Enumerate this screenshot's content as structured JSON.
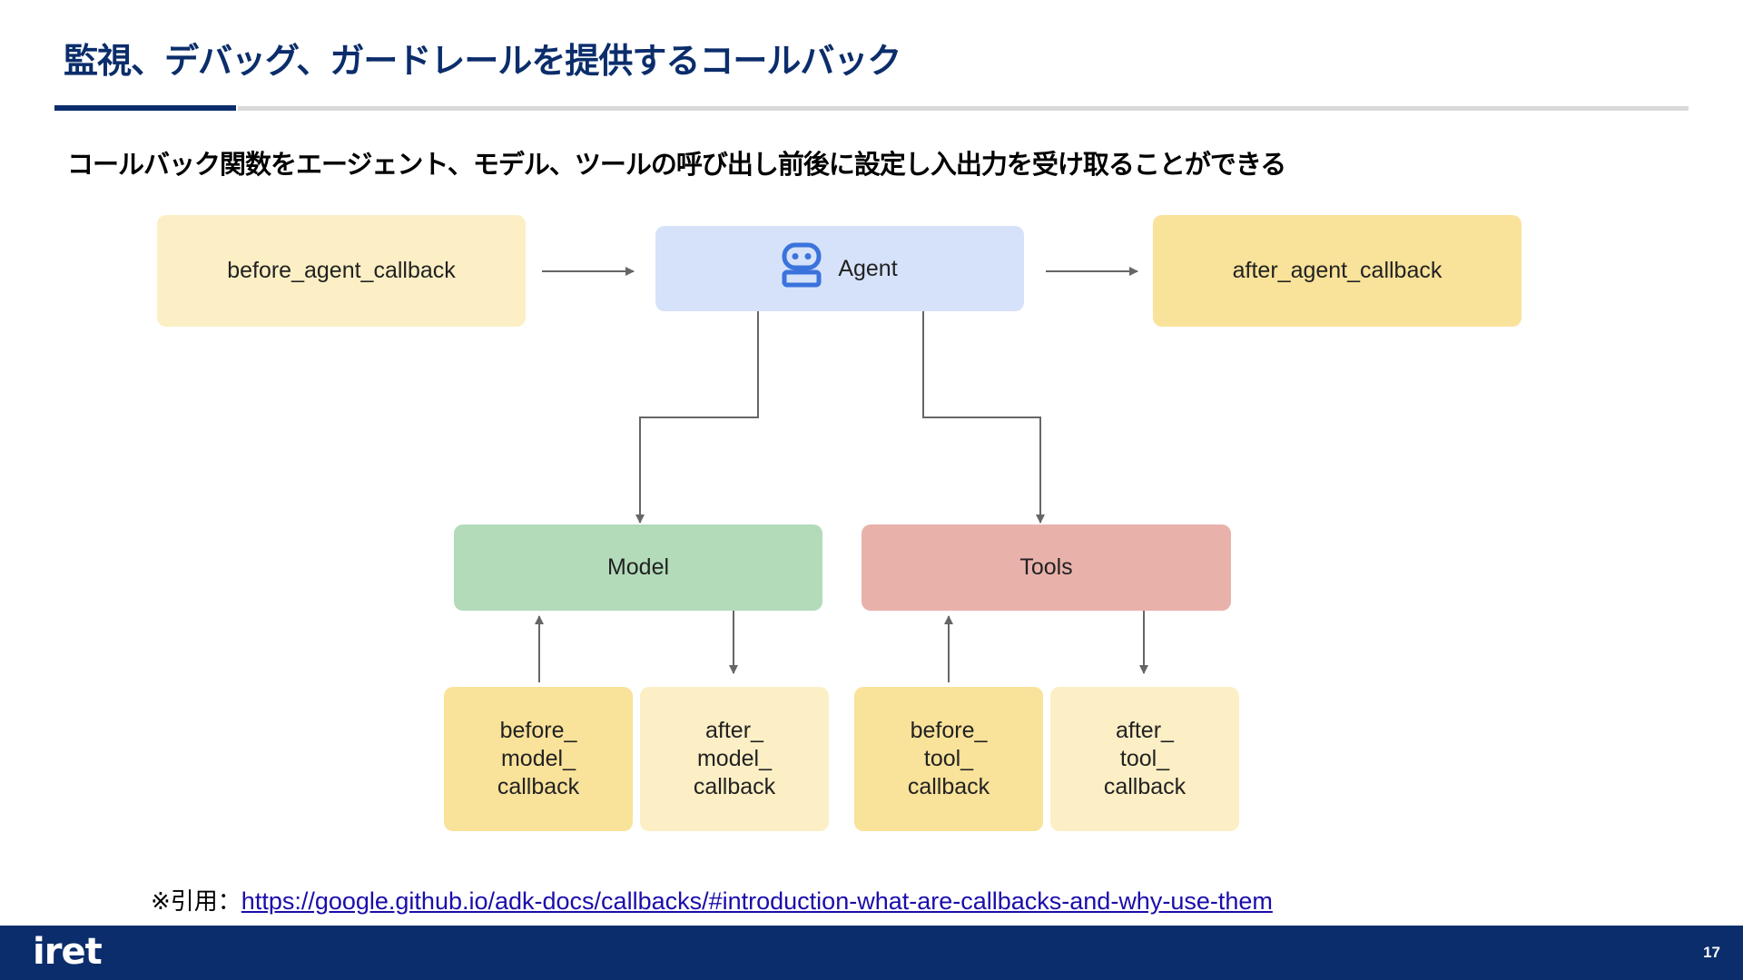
{
  "header": {
    "title": "監視、デバッグ、ガードレールを提供するコールバック",
    "subtitle": "コールバック関数をエージェント、モデル、ツールの呼び出し前後に設定し入出力を受け取ることができる"
  },
  "diagram": {
    "nodes": {
      "before_agent_callback": "before_agent_callback",
      "agent": "Agent",
      "after_agent_callback": "after_agent_callback",
      "model": "Model",
      "tools": "Tools",
      "before_model_callback": "before_\nmodel_\ncallback",
      "after_model_callback": "after_\nmodel_\ncallback",
      "before_tool_callback": "before_\ntool_\ncallback",
      "after_tool_callback": "after_\ntool_\ncallback"
    },
    "icon": "robot-icon",
    "colors": {
      "callback_light": "#fcefc5",
      "callback_yellow": "#f9e29a",
      "agent": "#d6e2f9",
      "model": "#b3dbba",
      "tools": "#e8b2ab",
      "arrow": "#666666"
    }
  },
  "citation": {
    "prefix": "※引用：",
    "url": "https://google.github.io/adk-docs/callbacks/#introduction-what-are-callbacks-and-why-use-them"
  },
  "footer": {
    "logo": "iret",
    "page_number": "17"
  },
  "accent_color": "#0b2d6b"
}
